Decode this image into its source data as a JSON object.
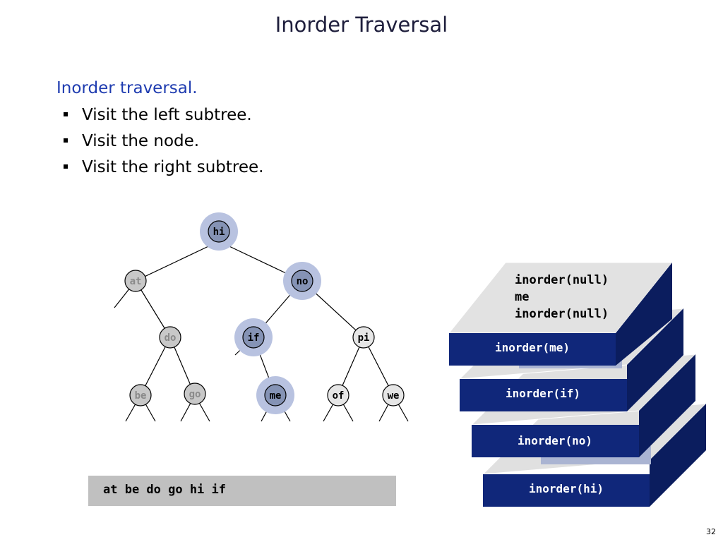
{
  "title": "Inorder Traversal",
  "heading": "Inorder traversal.",
  "bullets": [
    "Visit the left subtree.",
    "Visit the node.",
    "Visit the right subtree."
  ],
  "tree": {
    "nodes": {
      "hi": {
        "label": "hi",
        "state": "active"
      },
      "at": {
        "label": "at",
        "state": "visited"
      },
      "no": {
        "label": "no",
        "state": "active"
      },
      "do": {
        "label": "do",
        "state": "visited"
      },
      "if": {
        "label": "if",
        "state": "active"
      },
      "pi": {
        "label": "pi",
        "state": "pending"
      },
      "be": {
        "label": "be",
        "state": "visited"
      },
      "go": {
        "label": "go",
        "state": "visited"
      },
      "me": {
        "label": "me",
        "state": "active"
      },
      "of": {
        "label": "of",
        "state": "pending"
      },
      "we": {
        "label": "we",
        "state": "pending"
      }
    }
  },
  "stack": {
    "top_card_lines": [
      "inorder(null)",
      "me",
      "inorder(null)"
    ],
    "frames": [
      "inorder(me)",
      "inorder(if)",
      "inorder(no)",
      "inorder(hi)"
    ]
  },
  "output": "at be do go hi if",
  "page_number": "32",
  "colors": {
    "active_node": "#8593b5",
    "active_halo": "#b8c2e0",
    "visited_node": "#c8c8c8",
    "pending_node": "#e6e6e6",
    "visited_text": "#8a8a8a",
    "frame_blue": "#10277a",
    "frame_side": "#0b1d5e",
    "card_top": "#e2e2e2"
  }
}
